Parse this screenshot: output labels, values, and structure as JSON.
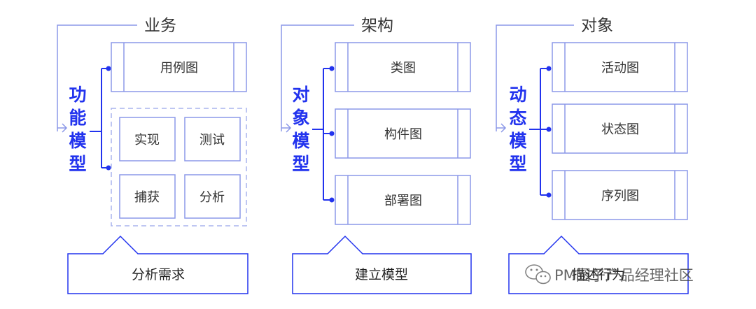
{
  "colors": {
    "accent": "#2233EE",
    "line": "#8C98E8",
    "dash": "#A9B3EE",
    "text": "#333333"
  },
  "columns": [
    {
      "top_label": "业务",
      "model_label": [
        "功",
        "能",
        "模",
        "型"
      ],
      "use_case": "用例图",
      "grid": [
        "实现",
        "测试",
        "捕获",
        "分析"
      ],
      "bottom_label": "分析需求"
    },
    {
      "top_label": "架构",
      "model_label": [
        "对",
        "象",
        "模",
        "型"
      ],
      "boxes": [
        "类图",
        "构件图",
        "部署图"
      ],
      "bottom_label": "建立模型"
    },
    {
      "top_label": "对象",
      "model_label": [
        "动",
        "态",
        "模",
        "型"
      ],
      "boxes": [
        "活动图",
        "状态图",
        "序列图"
      ],
      "bottom_label": "描述行为"
    }
  ],
  "watermark": {
    "icon": "wechat-icon",
    "text": "PM圈子产品经理社区"
  }
}
